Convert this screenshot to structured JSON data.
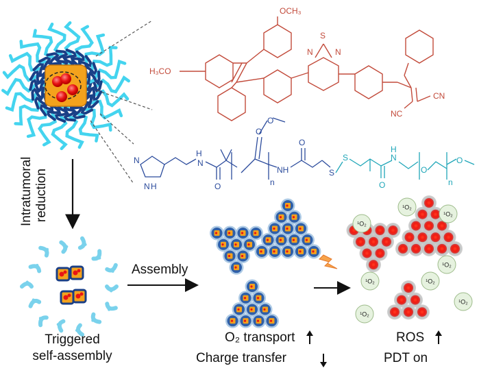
{
  "labels": {
    "reduction_line1": "Intratumoral",
    "reduction_line2": "reduction",
    "triggered_line1": "Triggered",
    "triggered_line2": "self-assembly",
    "assembly": "Assembly",
    "o2_transport": "O₂ transport",
    "charge_transfer": "Charge transfer",
    "ros": "ROS",
    "pdt_on": "PDT on"
  },
  "chem": {
    "och3_top": "OCH₃",
    "h3co_left": "H₃CO",
    "n_left": "N",
    "s": "S",
    "n_right": "N",
    "nc": "NC",
    "cn": "CN",
    "n_imid1": "N",
    "n_imid2": "N",
    "h_imid": "H",
    "n_amide": "N",
    "h_amide": "H",
    "o_amide": "O",
    "o_ester1": "O",
    "o_ester2": "O",
    "n_sub": "n",
    "nh": "NH",
    "o_carbonyl": "O",
    "s1": "S",
    "s2": "S",
    "n_amide2": "N",
    "h_amide2": "H",
    "o_amide2": "O",
    "o_peg": "O",
    "o_peg2": "O",
    "n_peg": "n",
    "o_methoxy": "O"
  },
  "singlet_oxygen": "¹O₂",
  "colors": {
    "chem_red": "#c24a3a",
    "chem_blue": "#2b4b9c",
    "chem_cyan": "#1fa6b8",
    "particle_blue": "#2f5fa8",
    "particle_orange": "#f4a21c",
    "ros_red": "#ff2a1a",
    "halo_gray": "#b9b9b9",
    "singlet_fill": "#e6f2df"
  }
}
